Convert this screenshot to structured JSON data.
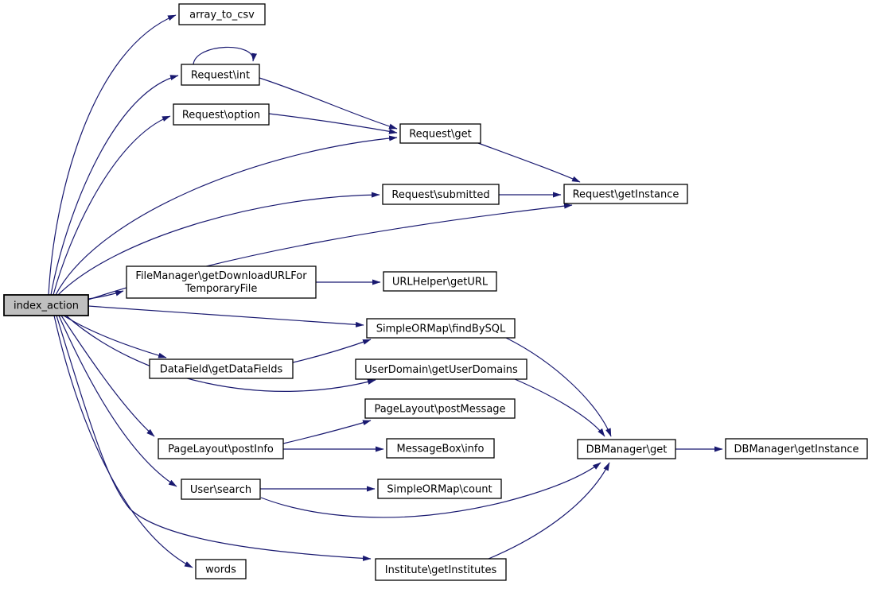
{
  "diagram": {
    "type": "call-graph",
    "colors": {
      "background": "#ffffff",
      "edge": "#191970",
      "node_fill": "#ffffff",
      "node_border": "#000000",
      "highlight_fill": "#bfbfbf",
      "text": "#000000"
    },
    "nodes": [
      {
        "id": "array_to_csv",
        "label": "array_to_csv"
      },
      {
        "id": "request_int",
        "label": "Request\\int"
      },
      {
        "id": "request_option",
        "label": "Request\\option"
      },
      {
        "id": "request_get",
        "label": "Request\\get"
      },
      {
        "id": "request_submitted",
        "label": "Request\\submitted"
      },
      {
        "id": "request_getinstance",
        "label": "Request\\getInstance"
      },
      {
        "id": "filemanager_getdownloadurlfortemporaryfile",
        "label": "FileManager\\getDownloadURLForTemporaryFile",
        "lines": [
          "FileManager\\getDownloadURLFor",
          "TemporaryFile"
        ]
      },
      {
        "id": "index_action",
        "label": "index_action",
        "highlighted": true
      },
      {
        "id": "urlhelper_geturl",
        "label": "URLHelper\\getURL"
      },
      {
        "id": "simpleormap_findbysql",
        "label": "SimpleORMap\\findBySQL"
      },
      {
        "id": "datafield_getdatafields",
        "label": "DataField\\getDataFields"
      },
      {
        "id": "userdomain_getuserdomains",
        "label": "UserDomain\\getUserDomains"
      },
      {
        "id": "pagelayout_postmessage",
        "label": "PageLayout\\postMessage"
      },
      {
        "id": "pagelayout_postinfo",
        "label": "PageLayout\\postInfo"
      },
      {
        "id": "messagebox_info",
        "label": "MessageBox\\info"
      },
      {
        "id": "dbmanager_get",
        "label": "DBManager\\get"
      },
      {
        "id": "dbmanager_getinstance",
        "label": "DBManager\\getInstance"
      },
      {
        "id": "user_search",
        "label": "User\\search"
      },
      {
        "id": "simpleormap_count",
        "label": "SimpleORMap\\count"
      },
      {
        "id": "words",
        "label": "words"
      },
      {
        "id": "institute_getinstitutes",
        "label": "Institute\\getInstitutes"
      }
    ],
    "edges": [
      {
        "from": "index_action",
        "to": "array_to_csv"
      },
      {
        "from": "index_action",
        "to": "request_int"
      },
      {
        "from": "index_action",
        "to": "request_option"
      },
      {
        "from": "index_action",
        "to": "request_get"
      },
      {
        "from": "index_action",
        "to": "request_submitted"
      },
      {
        "from": "index_action",
        "to": "request_getinstance"
      },
      {
        "from": "index_action",
        "to": "filemanager_getdownloadurlfortemporaryfile"
      },
      {
        "from": "index_action",
        "to": "simpleormap_findbysql"
      },
      {
        "from": "index_action",
        "to": "datafield_getdatafields"
      },
      {
        "from": "index_action",
        "to": "userdomain_getuserdomains"
      },
      {
        "from": "index_action",
        "to": "pagelayout_postinfo"
      },
      {
        "from": "index_action",
        "to": "user_search"
      },
      {
        "from": "index_action",
        "to": "words"
      },
      {
        "from": "index_action",
        "to": "institute_getinstitutes"
      },
      {
        "from": "request_int",
        "to": "request_int"
      },
      {
        "from": "request_int",
        "to": "request_get"
      },
      {
        "from": "request_option",
        "to": "request_get"
      },
      {
        "from": "request_get",
        "to": "request_getinstance"
      },
      {
        "from": "request_submitted",
        "to": "request_getinstance"
      },
      {
        "from": "filemanager_getdownloadurlfortemporaryfile",
        "to": "urlhelper_geturl"
      },
      {
        "from": "datafield_getdatafields",
        "to": "simpleormap_findbysql"
      },
      {
        "from": "simpleormap_findbysql",
        "to": "dbmanager_get"
      },
      {
        "from": "userdomain_getuserdomains",
        "to": "dbmanager_get"
      },
      {
        "from": "pagelayout_postinfo",
        "to": "pagelayout_postmessage"
      },
      {
        "from": "pagelayout_postinfo",
        "to": "messagebox_info"
      },
      {
        "from": "user_search",
        "to": "simpleormap_count"
      },
      {
        "from": "user_search",
        "to": "dbmanager_get"
      },
      {
        "from": "institute_getinstitutes",
        "to": "dbmanager_get"
      },
      {
        "from": "dbmanager_get",
        "to": "dbmanager_getinstance"
      }
    ]
  }
}
